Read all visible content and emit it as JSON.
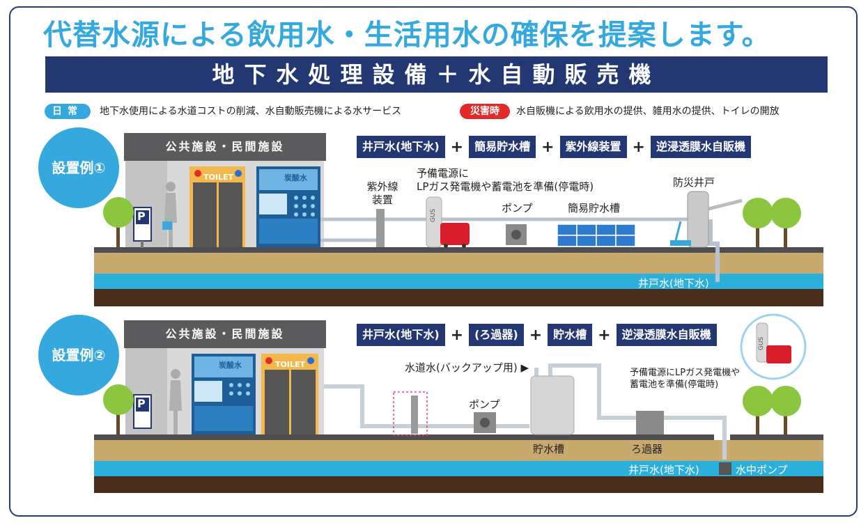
{
  "headline": "代替水源による飲用水・生活用水の確保を提案します。",
  "banner": "地下水処理設備＋水自動販売機",
  "legend": {
    "daily_label": "日常",
    "daily_text": "地下水使用による水道コストの削減、水自動販売機による水サービス",
    "disaster_label": "災害時",
    "disaster_text": "水自販機による飲用水の提供、雑用水の提供、トイレの開放"
  },
  "example1": {
    "title": "設置例①",
    "facility": "公共施設・民間施設",
    "chain": [
      "井戸水(地下水)",
      "簡易貯水槽",
      "紫外線装置",
      "逆浸透膜水自販機"
    ],
    "labels": {
      "uv_line1": "紫外線",
      "uv_line2": "装置",
      "power_line1": "予備電源に",
      "power_line2": "LPガス発電機や蓄電池を準備(停電時)",
      "pump": "ポンプ",
      "tank": "簡易貯水槽",
      "well": "防災井戸",
      "groundwater": "井戸水(地下水)"
    },
    "toilet": "TOILET",
    "vending_title": "炭酸水",
    "parking": "P",
    "cylinder": "GUS"
  },
  "example2": {
    "title": "設置例②",
    "facility": "公共施設・民間施設",
    "chain": [
      "井戸水(地下水)",
      "(ろ過器)",
      "貯水槽",
      "逆浸透膜水自販機"
    ],
    "labels": {
      "tap_water": "水道水(バックアップ用)",
      "pump": "ポンプ",
      "tank": "貯水槽",
      "filter": "ろ過器",
      "power_line1": "予備電源にLPガス発電機や",
      "power_line2": "蓄電池を準備(停電時)",
      "groundwater": "井戸水(地下水)",
      "submersible_pump": "水中ポンプ"
    },
    "toilet": "TOILET",
    "vending_title": "炭酸水",
    "parking": "P",
    "cylinder": "GUS"
  },
  "colors": {
    "accent": "#35a9dd",
    "navy": "#233773",
    "disaster_red": "#e12a2a",
    "water": "#2bb0dc",
    "soil": "#c8aa6e",
    "dark_soil": "#4a2c1a",
    "tree": "#8cc63f"
  }
}
